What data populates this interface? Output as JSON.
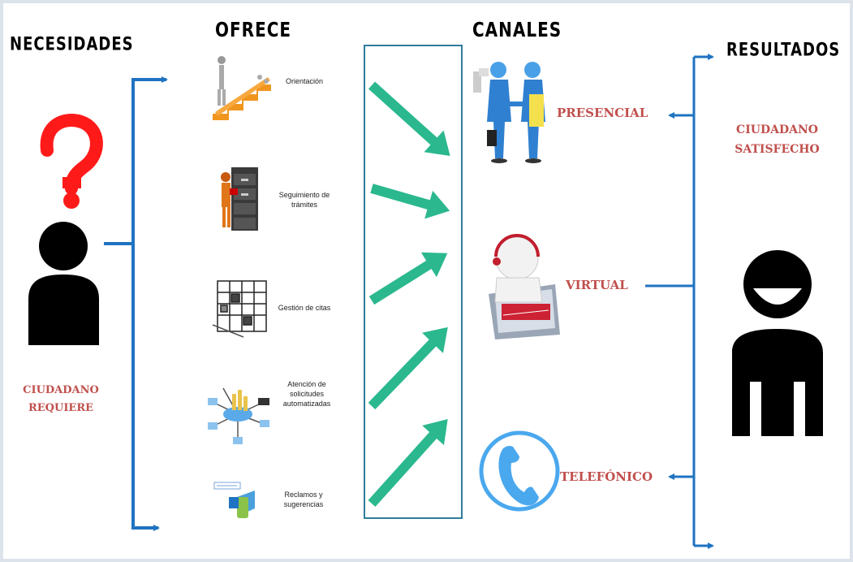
{
  "headers": {
    "needs": "NECESIDADES",
    "offers": "OFRECE",
    "channels": "CANALES",
    "results": "RESULTADOS"
  },
  "citizen_requires": [
    "CIUDADANO",
    "REQUIERE"
  ],
  "citizen_satisfied": [
    "CIUDADANO",
    "SATISFECHO"
  ],
  "offers": [
    {
      "label": "Orientación",
      "icon": "orientation-staircase-icon"
    },
    {
      "label": "Seguimiento de trámites",
      "icon": "file-cabinet-icon"
    },
    {
      "label": "Gestión de citas",
      "icon": "calendar-schedule-icon"
    },
    {
      "label": "Atención de solicitudes automatizadas",
      "icon": "network-hub-icon"
    },
    {
      "label": "Reclamos y sugerencias",
      "icon": "mailbox-icon"
    }
  ],
  "channels": [
    {
      "label": "PRESENCIAL",
      "icon": "handshake-icon"
    },
    {
      "label": "VIRTUAL",
      "icon": "computer-user-icon"
    },
    {
      "label": "TELEFÓNICO",
      "icon": "telephone-icon"
    }
  ],
  "colors": {
    "connector_blue": "#1f73c2",
    "arrow_green": "#2bb88e",
    "label_red": "#c0504d",
    "question_red": "#ff1a1a",
    "phone_blue": "#4aa8ee"
  }
}
